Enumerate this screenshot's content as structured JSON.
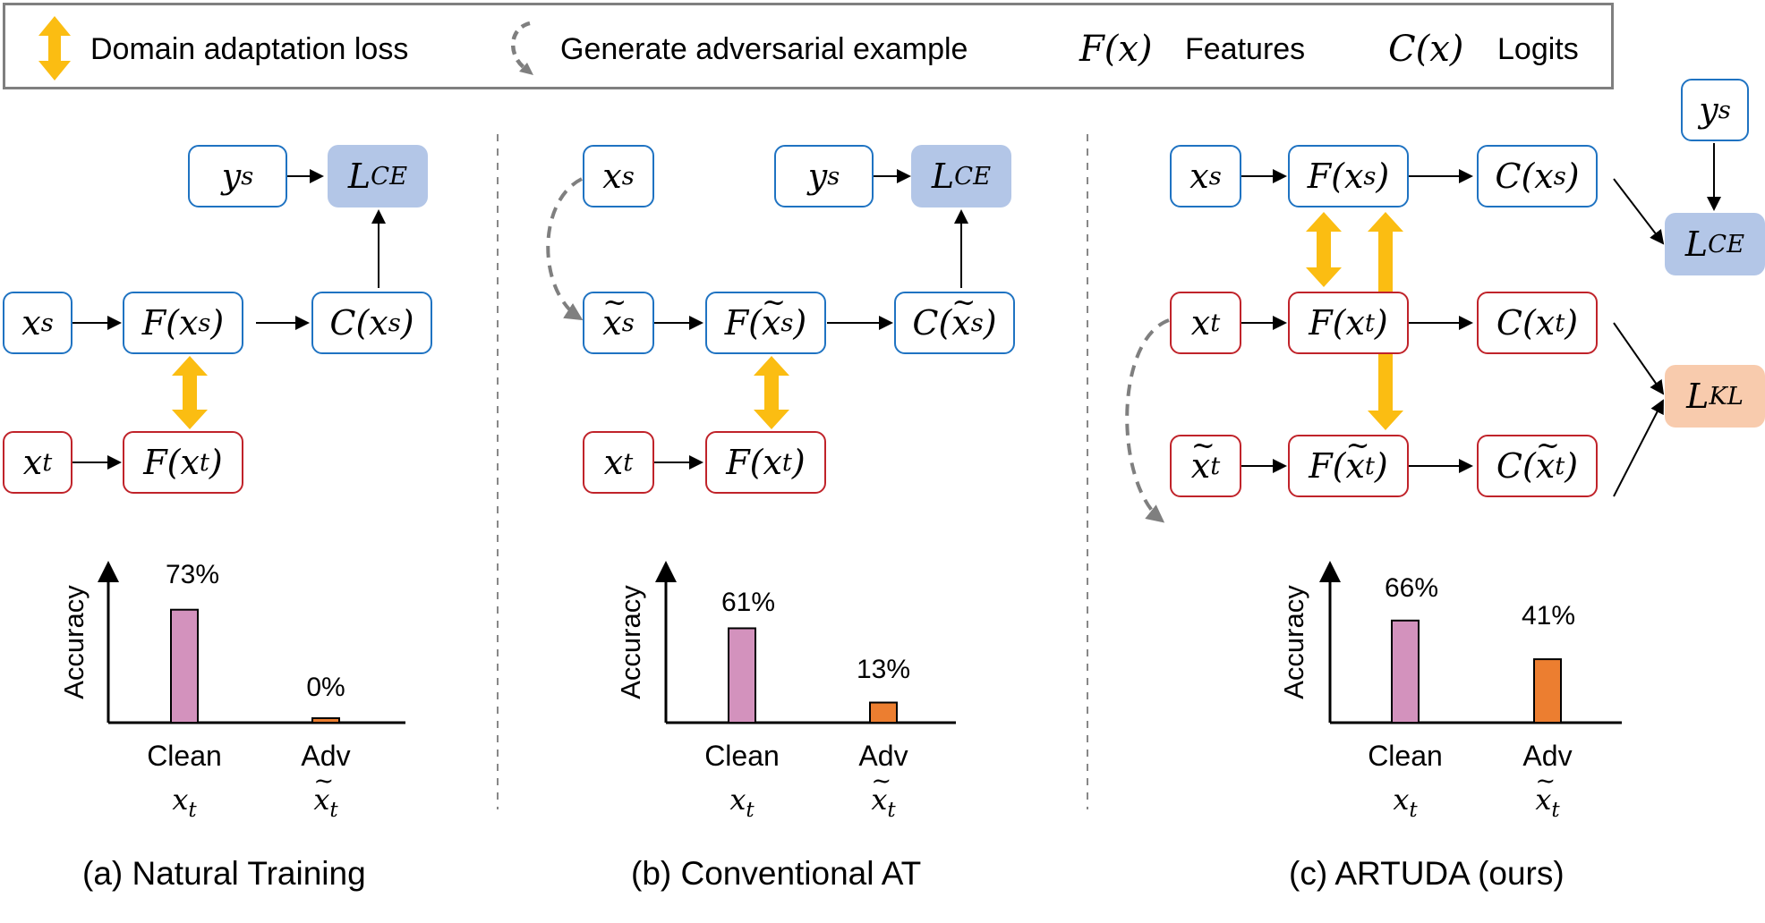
{
  "legend": {
    "domain_adaptation_loss": "Domain adaptation loss",
    "generate_adversarial_example": "Generate adversarial example",
    "features_symbol": "F(x)",
    "features_label": "Features",
    "logits_symbol": "C(x)",
    "logits_label": "Logits"
  },
  "colors": {
    "source_border": "#1f73c2",
    "target_border": "#c0232a",
    "ce_loss_fill": "#b3c6e7",
    "kl_loss_fill": "#f8cbad",
    "da_arrow": "#fbbd12",
    "adv_arrow": "#7f7f7f",
    "clean_bar": "#d392bd",
    "adv_bar": "#ec7e30"
  },
  "panels": [
    {
      "caption": "(a) Natural Training",
      "chart_label": "Accuracy",
      "categories": [
        "Clean",
        "Adv"
      ],
      "category_vars": [
        "x_t",
        "x̃_t"
      ],
      "values_text": [
        "73%",
        "0%"
      ]
    },
    {
      "caption": "(b) Conventional AT",
      "chart_label": "Accuracy",
      "categories": [
        "Clean",
        "Adv"
      ],
      "category_vars": [
        "x_t",
        "x̃_t"
      ],
      "values_text": [
        "61%",
        "13%"
      ]
    },
    {
      "caption": "(c) ARTUDA (ours)",
      "chart_label": "Accuracy",
      "categories": [
        "Clean",
        "Adv"
      ],
      "category_vars": [
        "x_t",
        "x̃_t"
      ],
      "values_text": [
        "66%",
        "41%"
      ]
    }
  ],
  "chart_data": [
    {
      "type": "bar",
      "title": "(a) Natural Training",
      "ylabel": "Accuracy",
      "categories": [
        "Clean",
        "Adv"
      ],
      "values": [
        73,
        0
      ],
      "unit": "%"
    },
    {
      "type": "bar",
      "title": "(b) Conventional AT",
      "ylabel": "Accuracy",
      "categories": [
        "Clean",
        "Adv"
      ],
      "values": [
        61,
        13
      ],
      "unit": "%"
    },
    {
      "type": "bar",
      "title": "(c) ARTUDA (ours)",
      "ylabel": "Accuracy",
      "categories": [
        "Clean",
        "Adv"
      ],
      "values": [
        66,
        41
      ],
      "unit": "%"
    }
  ]
}
